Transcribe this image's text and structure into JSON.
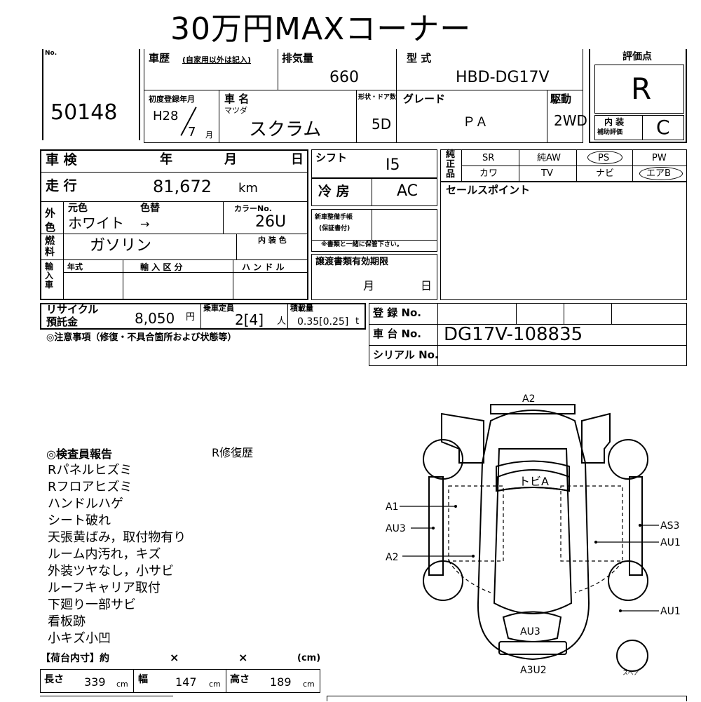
{
  "title": "30万円MAXコーナー",
  "lot": {
    "no_label": "No.",
    "number": "50148"
  },
  "history": {
    "label": "車歴",
    "sub": "(自家用以外は記入)"
  },
  "displacement": {
    "label": "排気量",
    "value": "660"
  },
  "model_type": {
    "label": "型 式",
    "value": "HBD-DG17V"
  },
  "score": {
    "label": "評価点",
    "value": "R"
  },
  "first_reg": {
    "label": "初度登録年月",
    "year": "H28",
    "month": "7",
    "month_unit": "月"
  },
  "car_name": {
    "label": "車 名",
    "maker": "マツダ",
    "name": "スクラム"
  },
  "doors": {
    "label": "形状・ドア数",
    "value": "5D"
  },
  "grade": {
    "label": "グレード",
    "value": "ＰＡ"
  },
  "drive": {
    "label": "駆動",
    "value": "2WD"
  },
  "interior": {
    "label1": "内 装",
    "label2": "補助評価",
    "value": "C"
  },
  "inspection": {
    "label": "車 検",
    "y": "年",
    "m": "月",
    "d": "日"
  },
  "shift": {
    "label": "シフト",
    "value": "I5"
  },
  "equipment": {
    "label": "純正品",
    "row1": [
      "SR",
      "純AW",
      "PS",
      "PW"
    ],
    "row2": [
      "カワ",
      "TV",
      "ナビ",
      "エアB"
    ]
  },
  "mileage": {
    "label": "走 行",
    "value": "81,672",
    "unit": "km"
  },
  "aircon": {
    "label": "冷 房",
    "value": "AC"
  },
  "sales_point": {
    "label": "セールスポイント"
  },
  "color": {
    "side": "外色",
    "original": "元色",
    "change": "色替",
    "value": "ホワイト",
    "arrow": "→",
    "code_label": "カラーNo.",
    "code": "26U"
  },
  "service_book": {
    "label1": "新車整備手帳",
    "label2": "(保証書付)",
    "note": "※書類と一緒に保管下さい。"
  },
  "fuel": {
    "side": "燃料",
    "value": "ガソリン",
    "int_color_label": "内 装 色"
  },
  "import": {
    "side": "輸入車",
    "year": "年式",
    "kind": "輸 入 区 分",
    "handle": "ハ ン ド ル"
  },
  "transfer": {
    "label": "譲渡書類有効期限",
    "m": "月",
    "d": "日"
  },
  "recycle": {
    "label1": "リサイクル",
    "label2": "預託金",
    "value": "8,050",
    "unit": "円"
  },
  "capacity": {
    "label": "乗車定員",
    "value": "2[4]",
    "unit": "人"
  },
  "load": {
    "label": "積載量",
    "value": "0.35[0.25]",
    "unit": "t"
  },
  "registration": {
    "label": "登 録 No."
  },
  "chassis": {
    "label": "車 台 No.",
    "value": "DG17V-108835"
  },
  "serial": {
    "label": "シリアル No."
  },
  "notes_header": "◎注意事項（修復・不具合箇所および状態等）",
  "inspector": {
    "header": "◎検査員報告",
    "repair": "R修復歴",
    "lines": [
      "Rパネルヒズミ",
      "Rフロアヒズミ",
      "ハンドルハゲ",
      "シート破れ",
      "天張黄ばみ，取付物有り",
      "ルーム内汚れ，キズ",
      "外装ツヤなし，小サビ",
      "ルーフキャリア取付",
      "下廻り一部サビ",
      "看板跡",
      "小キズ小凹"
    ]
  },
  "cargo": {
    "label": "【荷台内寸】約",
    "x": "×",
    "unit": "(cm)",
    "length_label": "長さ",
    "length": "339",
    "width_label": "幅",
    "width": "147",
    "height_label": "高さ",
    "height": "189",
    "cm": "cm"
  },
  "diagram": {
    "top": "A2",
    "roof": "トビA",
    "left": [
      "A1",
      "AU3",
      "A2"
    ],
    "right": [
      "AS3",
      "AU1",
      "AU1"
    ],
    "rear": "AU3",
    "bottom": "A3U2",
    "spare": "スペア"
  }
}
